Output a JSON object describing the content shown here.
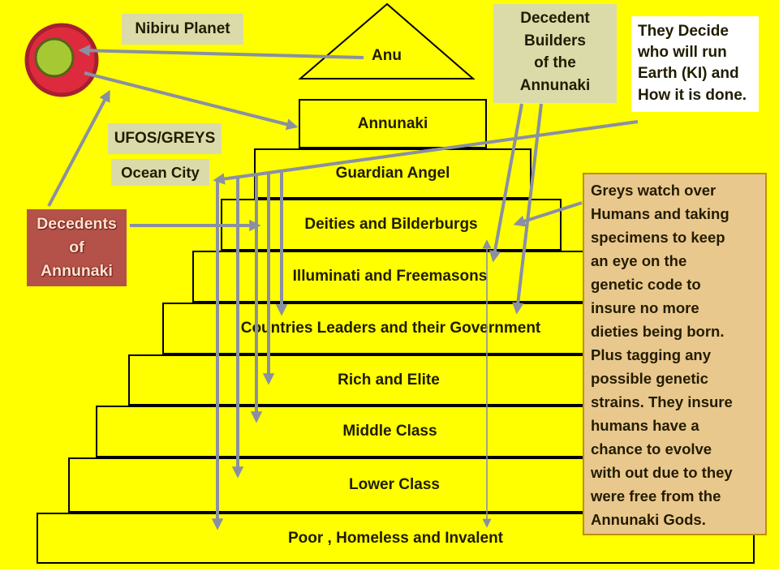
{
  "pyramid": {
    "levels": [
      {
        "label": "Anu"
      },
      {
        "label": "Annunaki"
      },
      {
        "label": "Guardian Angel"
      },
      {
        "label": "Deities and Bilderburgs"
      },
      {
        "label": "Illuminati and Freemasons"
      },
      {
        "label": "Countries Leaders and their Government"
      },
      {
        "label": "Rich and Elite"
      },
      {
        "label": "Middle Class"
      },
      {
        "label": "Lower Class"
      },
      {
        "label": "Poor , Homeless and Invalent"
      }
    ]
  },
  "callouts": {
    "nibiru_planet": {
      "label": "Nibiru Planet"
    },
    "ufos_greys": {
      "label": "UFOS/GREYS"
    },
    "ocean_city": {
      "label": "Ocean City"
    },
    "decedent_builders": {
      "label": "Decedent\nBuilders\nof the\nAnnunaki"
    },
    "they_decide": {
      "label": "They Decide\nwho will run\nEarth (KI) and\nHow it is done."
    },
    "decedents_of_annunaki": {
      "label": "Decedents\nof\nAnnunaki"
    },
    "greys_note": {
      "text": "Greys watch over\nHumans and  taking\nspecimens to keep\nan eye on the\ngenetic code to\ninsure no more\ndieties being born.\nPlus tagging any\npossible genetic\nstrains. They insure\nhumans have a\nchance to evolve\nwith out due to they\nwere free from the\nAnnunaki Gods."
    }
  },
  "colors": {
    "background": "#ffff00",
    "callout_beige": "#dbdbaa",
    "note_tan": "#e9c88e",
    "note_border": "#bf9000",
    "decedents_red": "#b4524a",
    "arrow_gray": "#8a90a2",
    "text_dark": "#201c00",
    "planet_outer_red": "#dd2a3c",
    "planet_inner_green": "#a6c832"
  }
}
